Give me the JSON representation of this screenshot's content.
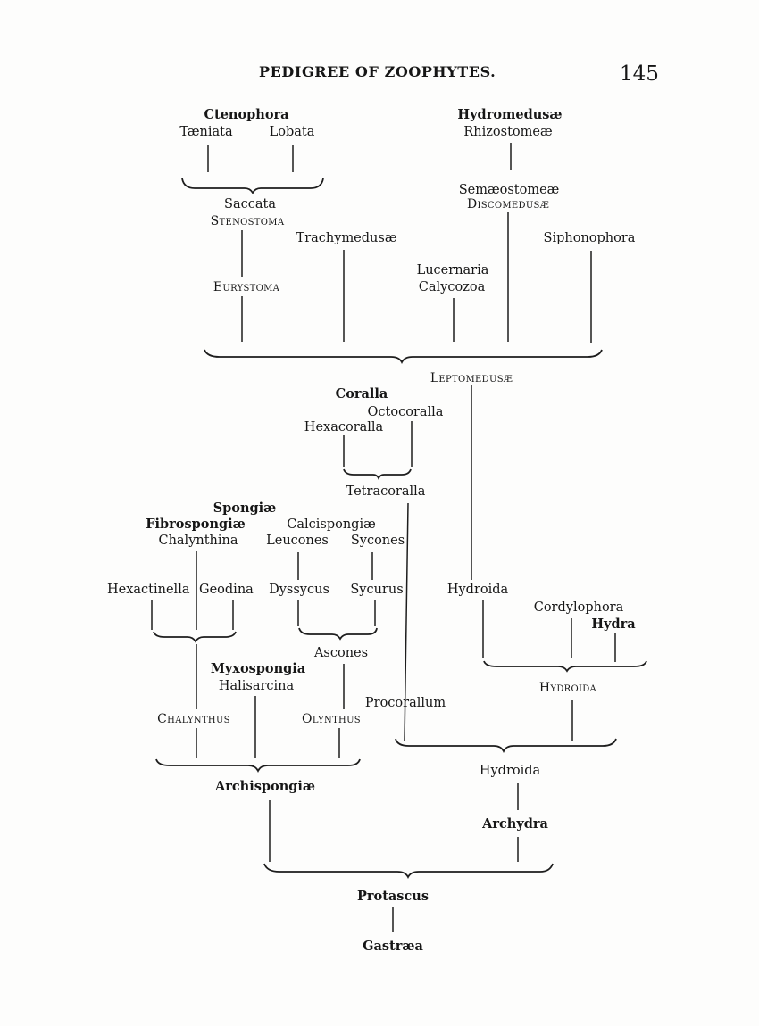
{
  "header": {
    "running_head": "PEDIGREE OF ZOOPHYTES.",
    "page_number": "145"
  },
  "nodes": {
    "ctenophora": "Ctenophora",
    "taeniata": "Tæniata",
    "lobata": "Lobata",
    "saccata": "Saccata",
    "stenostoma": "Stenostoma",
    "eurystoma": "Eurystoma",
    "trachymedusae": "Trachymedusæ",
    "hydromedusae": "Hydromedusæ",
    "rhizostomeae": "Rhizostomeæ",
    "semaeostomeae": "Semæostomeæ",
    "discomedusae": "Discomedusæ",
    "lucernaria": "Lucernaria",
    "calycozoa": "Calycozoa",
    "siphonophora": "Siphonophora",
    "leptomedusae": "Leptomedusæ",
    "coralla": "Coralla",
    "octocoralla": "Octocoralla",
    "hexacoralla": "Hexacoralla",
    "tetracoralla": "Tetracoralla",
    "spongiae": "Spongiæ",
    "fibrospongiae": "Fibrospongiæ",
    "chalynthina": "Chalynthina",
    "calcispongiae": "Calcispongiæ",
    "leucones": "Leucones",
    "sycones": "Sycones",
    "hexactinella": "Hexactinella",
    "geodina": "Geodina",
    "dyssycus": "Dyssycus",
    "sycurus": "Sycurus",
    "hydroida_upper": "Hydroida",
    "cordylophora": "Cordylophora",
    "hydra": "Hydra",
    "ascones": "Ascones",
    "myxospongia": "Myxospongia",
    "halisarcina": "Halisarcina",
    "chalynthus": "Chalynthus",
    "olynthus": "Olynthus",
    "procorallum": "Procorallum",
    "hydroida_group": "Hydroida",
    "archispongiae": "Archispongiæ",
    "hydroida_lower": "Hydroida",
    "archydra": "Archydra",
    "protascus": "Protascus",
    "gastraea": "Gastræa"
  }
}
